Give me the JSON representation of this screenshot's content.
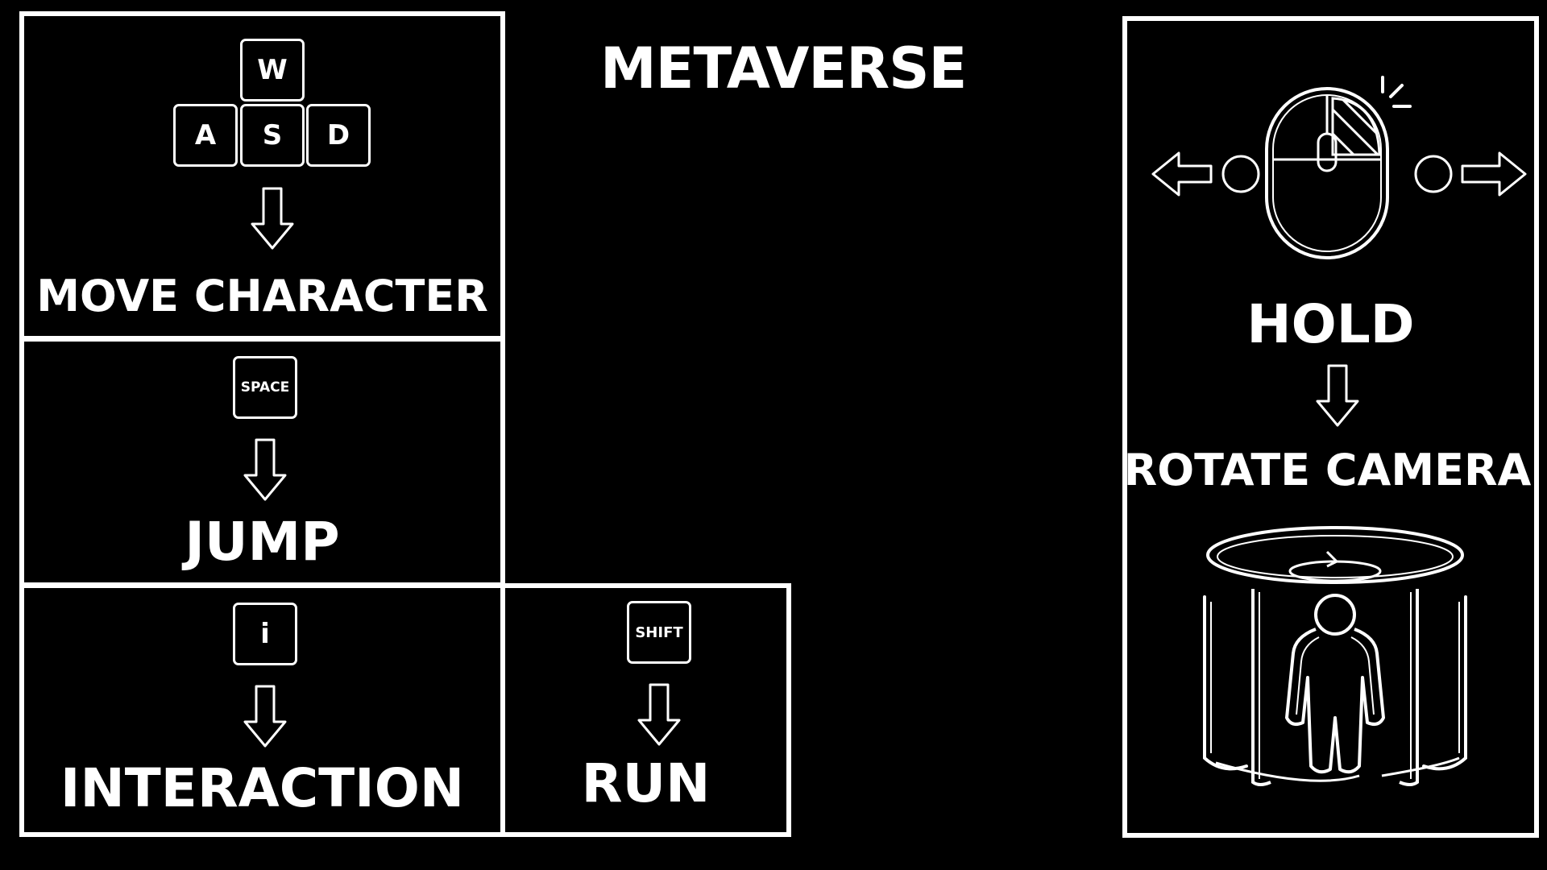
{
  "title": "METAVERSE",
  "panels": {
    "move": {
      "keys": {
        "w": "W",
        "a": "A",
        "s": "S",
        "d": "D"
      },
      "label": "MOVE CHARACTER"
    },
    "jump": {
      "key": "SPACE",
      "label": "JUMP"
    },
    "interaction": {
      "key": "i",
      "label": "INTERACTION"
    },
    "run": {
      "key": "SHIFT",
      "label": "RUN"
    },
    "camera": {
      "hold_label": "HOLD",
      "rotate_label": "ROTATE CAMERA",
      "icons": [
        "mouse-icon",
        "arrow-left-icon",
        "arrow-right-icon",
        "rotate-camera-icon",
        "person-icon"
      ]
    }
  },
  "colors": {
    "background": "#000000",
    "foreground": "#ffffff"
  }
}
